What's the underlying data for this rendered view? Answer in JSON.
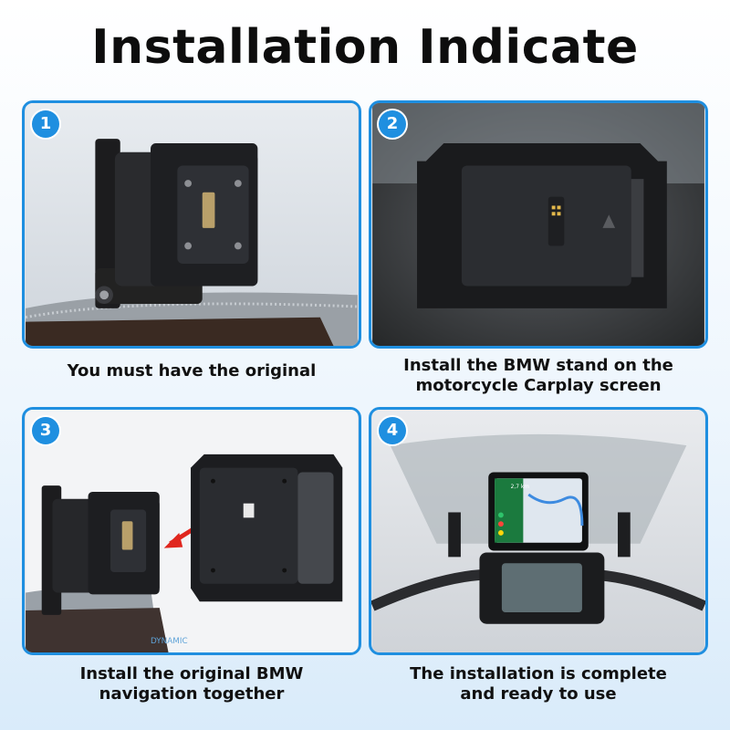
{
  "title": "Installation Indicate",
  "steps": [
    {
      "number": "1",
      "caption_lines": [
        "You must have the original"
      ]
    },
    {
      "number": "2",
      "caption_lines": [
        "Install the BMW stand on the",
        "motorcycle Carplay screen"
      ]
    },
    {
      "number": "3",
      "caption_lines": [
        "Install the original BMW",
        "navigation together"
      ]
    },
    {
      "number": "4",
      "caption_lines": [
        "The installation is complete",
        "and ready to use"
      ]
    }
  ],
  "screen_text": {
    "nav_distance": "2,7 km",
    "dash_label": "DYNAMIC"
  },
  "colors": {
    "accent": "#1f8fe0",
    "arrow": "#e0261e",
    "connector": "#d9a321"
  }
}
